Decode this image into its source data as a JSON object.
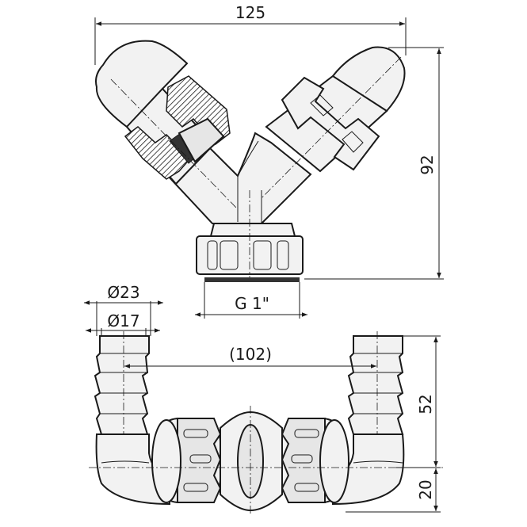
{
  "drawing": {
    "dimensions": {
      "overall_width": "125",
      "overall_height": "92",
      "outer_diameter": "Ø23",
      "inner_diameter": "Ø17",
      "thread": "G 1\"",
      "center_distance": "(102)",
      "spigot_height": "52",
      "elbow_height": "20"
    }
  }
}
